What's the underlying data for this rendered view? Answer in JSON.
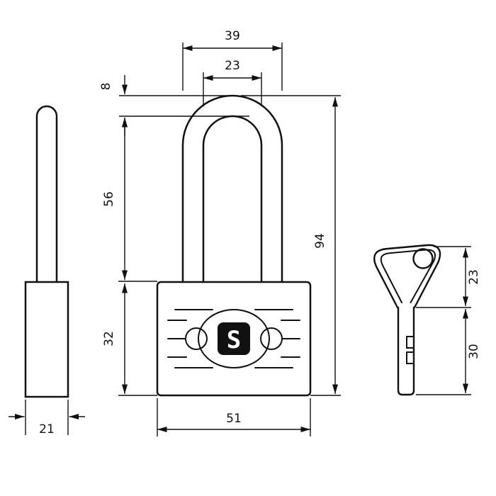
{
  "drawing": {
    "subject": "padlock-with-key-technical-drawing",
    "front": {
      "shackle_outer_width": "39",
      "shackle_inner_width": "23",
      "shackle_diameter": "8",
      "shackle_height": "56",
      "overall_height": "94",
      "body_height": "32",
      "body_width": "51",
      "logo_letter": "S"
    },
    "side": {
      "thickness": "21"
    },
    "key": {
      "bow_height": "23",
      "bitting_height": "30"
    }
  }
}
